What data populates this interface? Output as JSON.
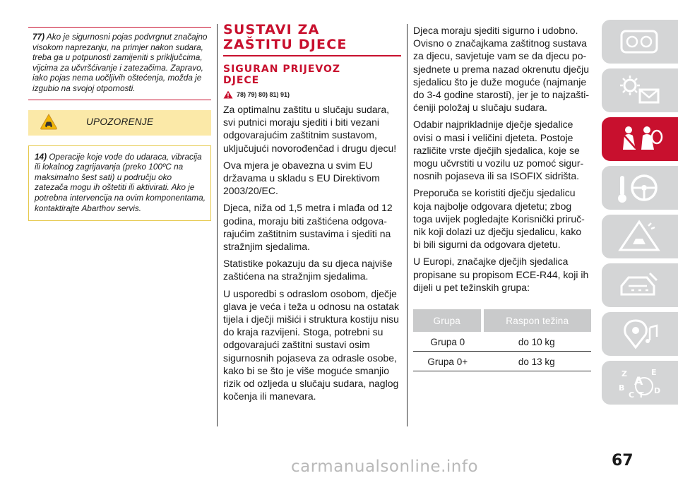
{
  "col1": {
    "note_num": "77)",
    "note_text": "Ako je sigurnosni pojas podvrgnut značajno visokom naprezanju, na primjer nakon sudara, treba ga u potpunosti zamijeniti s priključcima, vijcima za učvršćivanje i zatezačima. Zapravo, iako pojas nema uočljivih oštećenja, možda je izgubio na svojoj otpornosti.",
    "warning_title": "UPOZORENJE",
    "warning_num": "14)",
    "warning_text": "Operacije koje vode do udaraca, vibracija ili lokalnog zagrijavanja (preko 100ºC na maksimalno šest sati) u području oko zatezača mogu ih oštetiti ili aktivirati. Ako je potrebna intervencija na ovim komponentama, kontaktirajte Abarthov servis."
  },
  "col2": {
    "heading_line1": "SUSTAVI ZA",
    "heading_line2": "ZAŠTITU DJECE",
    "subheading_line1": "SIGURAN PRIJEVOZ",
    "subheading_line2": "DJECE",
    "refs": "78) 79) 80) 81) 91)",
    "paragraphs": [
      "Za optimalnu zaštitu u slučaju sudara, svi putnici moraju sjediti i biti vezani odgovarajućim zaštitnim sustavom, uključujući novorođenčad i drugu djecu!",
      "Ova mjera je obavezna u svim EU državama u skladu s EU Direktivom 2003/20/EC.",
      "Djeca, niža od 1,5 metra i mlađa od 12 godina, moraju biti zaštićena odgova-rajućim zaštitnim sustavima i sjediti na stražnjim sjedalima.",
      "Statistike pokazuju da su djeca najviše zaštićena na stražnjim sjedalima.",
      "U usporedbi s odraslom osobom, dječje glava je veća i teža u odnosu na ostatak tijela i dječji mišići i struktura kostiju nisu do kraja razvijeni. Stoga, potrebni su odgovarajući zaštitni sustavi osim sigurnosnih pojaseva za odrasle osobe, kako bi se što je više moguće smanjio rizik od ozljeda u slučaju sudara, naglog kočenja ili manevara."
    ]
  },
  "col3": {
    "paragraphs": [
      "Djeca moraju sjediti sigurno i udobno. Ovisno o značajkama zaštitnog sustava za djecu, savjetuje vam se da djecu po-sjednete u prema nazad okrenutu dječju sjedalicu što je duže moguće (najmanje do 3-4 godine starosti), jer je to najzašti-ćeniji položaj u slučaju sudara.",
      "Odabir najprikladnije dječje sjedalice ovisi o masi i veličini djeteta. Postoje različite vrste dječjih sjedalica, koje se mogu učvrstiti u vozilu uz pomoć sigur-nosnih pojaseva ili sa ISOFIX sidrišta.",
      "Preporuča se koristiti dječju sjedalicu koja najbolje odgovara djetetu; zbog toga uvijek pogledajte Korisnički priruč-nik koji dolazi uz dječju sjedalicu, kako bi bili sigurni da odgovara djetetu.",
      "U Europi, značajke dječjih sjedalica propisane su propisom ECE-R44, koji ih dijeli u pet težinskih grupa:"
    ],
    "table": {
      "headers": [
        "Grupa",
        "Raspon težina"
      ],
      "rows": [
        [
          "Grupa 0",
          "do 10 kg"
        ],
        [
          "Grupa 0+",
          "do 13 kg"
        ]
      ]
    }
  },
  "side_tabs": {
    "icons": [
      "dashboard-icon",
      "warning-lights-icon",
      "seat-belt-airbag-icon",
      "key-steering-wheel-icon",
      "roadside-warning-icon",
      "maintenance-icon",
      "multimedia-icon",
      "index-letters-icon"
    ],
    "index_letters": [
      "Z",
      "E",
      "A",
      "B",
      "C",
      "T",
      "D"
    ],
    "active_color": "#c8102e",
    "inactive_color": "#d4d5d6"
  },
  "page_number": "67",
  "watermark": "carmanualsonline.info",
  "colors": {
    "accent": "#c8102e",
    "warning_band": "#fbe9a8",
    "table_header": "#c9cacb"
  }
}
